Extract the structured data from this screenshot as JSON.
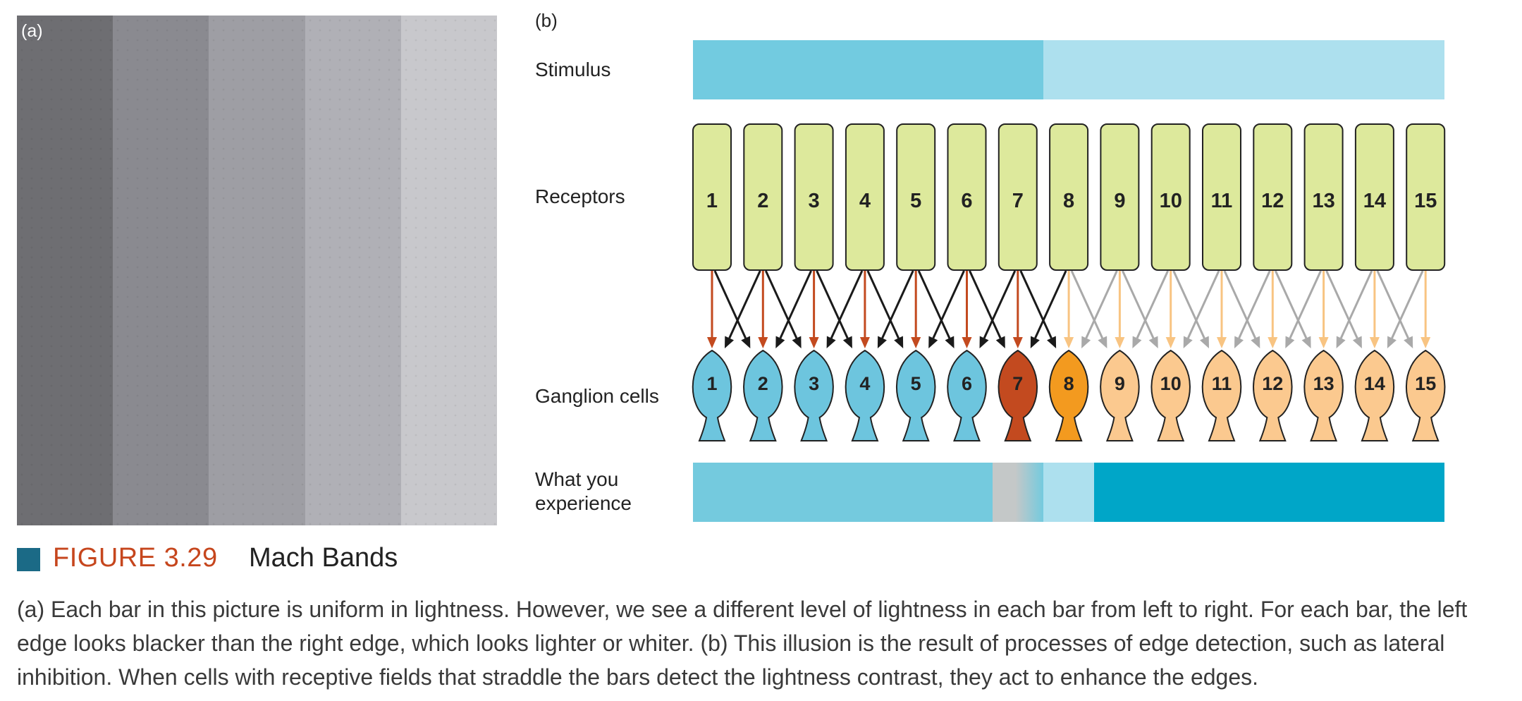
{
  "panel_a": {
    "label": "(a)",
    "bar_colors": [
      "#6e6e72",
      "#8a8a90",
      "#9e9ea4",
      "#b0b0b6",
      "#c8c8cc"
    ]
  },
  "panel_b": {
    "label": "(b)",
    "row_labels": {
      "stimulus": "Stimulus",
      "receptors": "Receptors",
      "ganglion": "Ganglion cells",
      "experience_line1": "What you",
      "experience_line2": "experience"
    },
    "stimulus_colors": {
      "dark": "#72cbe0",
      "light": "#ade0ee"
    },
    "receptors": [
      "1",
      "2",
      "3",
      "4",
      "5",
      "6",
      "7",
      "8",
      "9",
      "10",
      "11",
      "12",
      "13",
      "14",
      "15"
    ],
    "receptor_color": "#dde99c",
    "ganglion_cells": [
      "1",
      "2",
      "3",
      "4",
      "5",
      "6",
      "7",
      "8",
      "9",
      "10",
      "11",
      "12",
      "13",
      "14",
      "15"
    ],
    "ganglion_colors": [
      "#6dc5de",
      "#6dc5de",
      "#6dc5de",
      "#6dc5de",
      "#6dc5de",
      "#6dc5de",
      "#c34a1f",
      "#f39a1f",
      "#fbc98f",
      "#fbc98f",
      "#fbc98f",
      "#fbc98f",
      "#fbc98f",
      "#fbc98f",
      "#fbc98f"
    ],
    "arrow_colors": {
      "direct_left": "#c34a1f",
      "lateral_left": "#1a1a1a",
      "direct_right": "#f8c482",
      "lateral_right": "#a9a9a9"
    },
    "experience_colors": {
      "left": "#74cade",
      "band_dark": "#c4c8c8",
      "band_light": "#ade0ee",
      "right": "#00a6c8"
    }
  },
  "figure": {
    "number": "FIGURE 3.29",
    "title": "Mach Bands",
    "caption": "(a) Each bar in this picture is uniform in lightness. However, we see a different level of lightness in each bar from left to right. For each bar, the left edge looks blacker than the right edge, which looks lighter or whiter. (b) This illusion is the result of processes of edge detection, such as lateral inhibition. When cells with receptive fields that straddle the bars detect the lightness contrast, they act to enhance the edges.",
    "accent_color": "#c6461d",
    "square_color": "#1b6a86"
  }
}
